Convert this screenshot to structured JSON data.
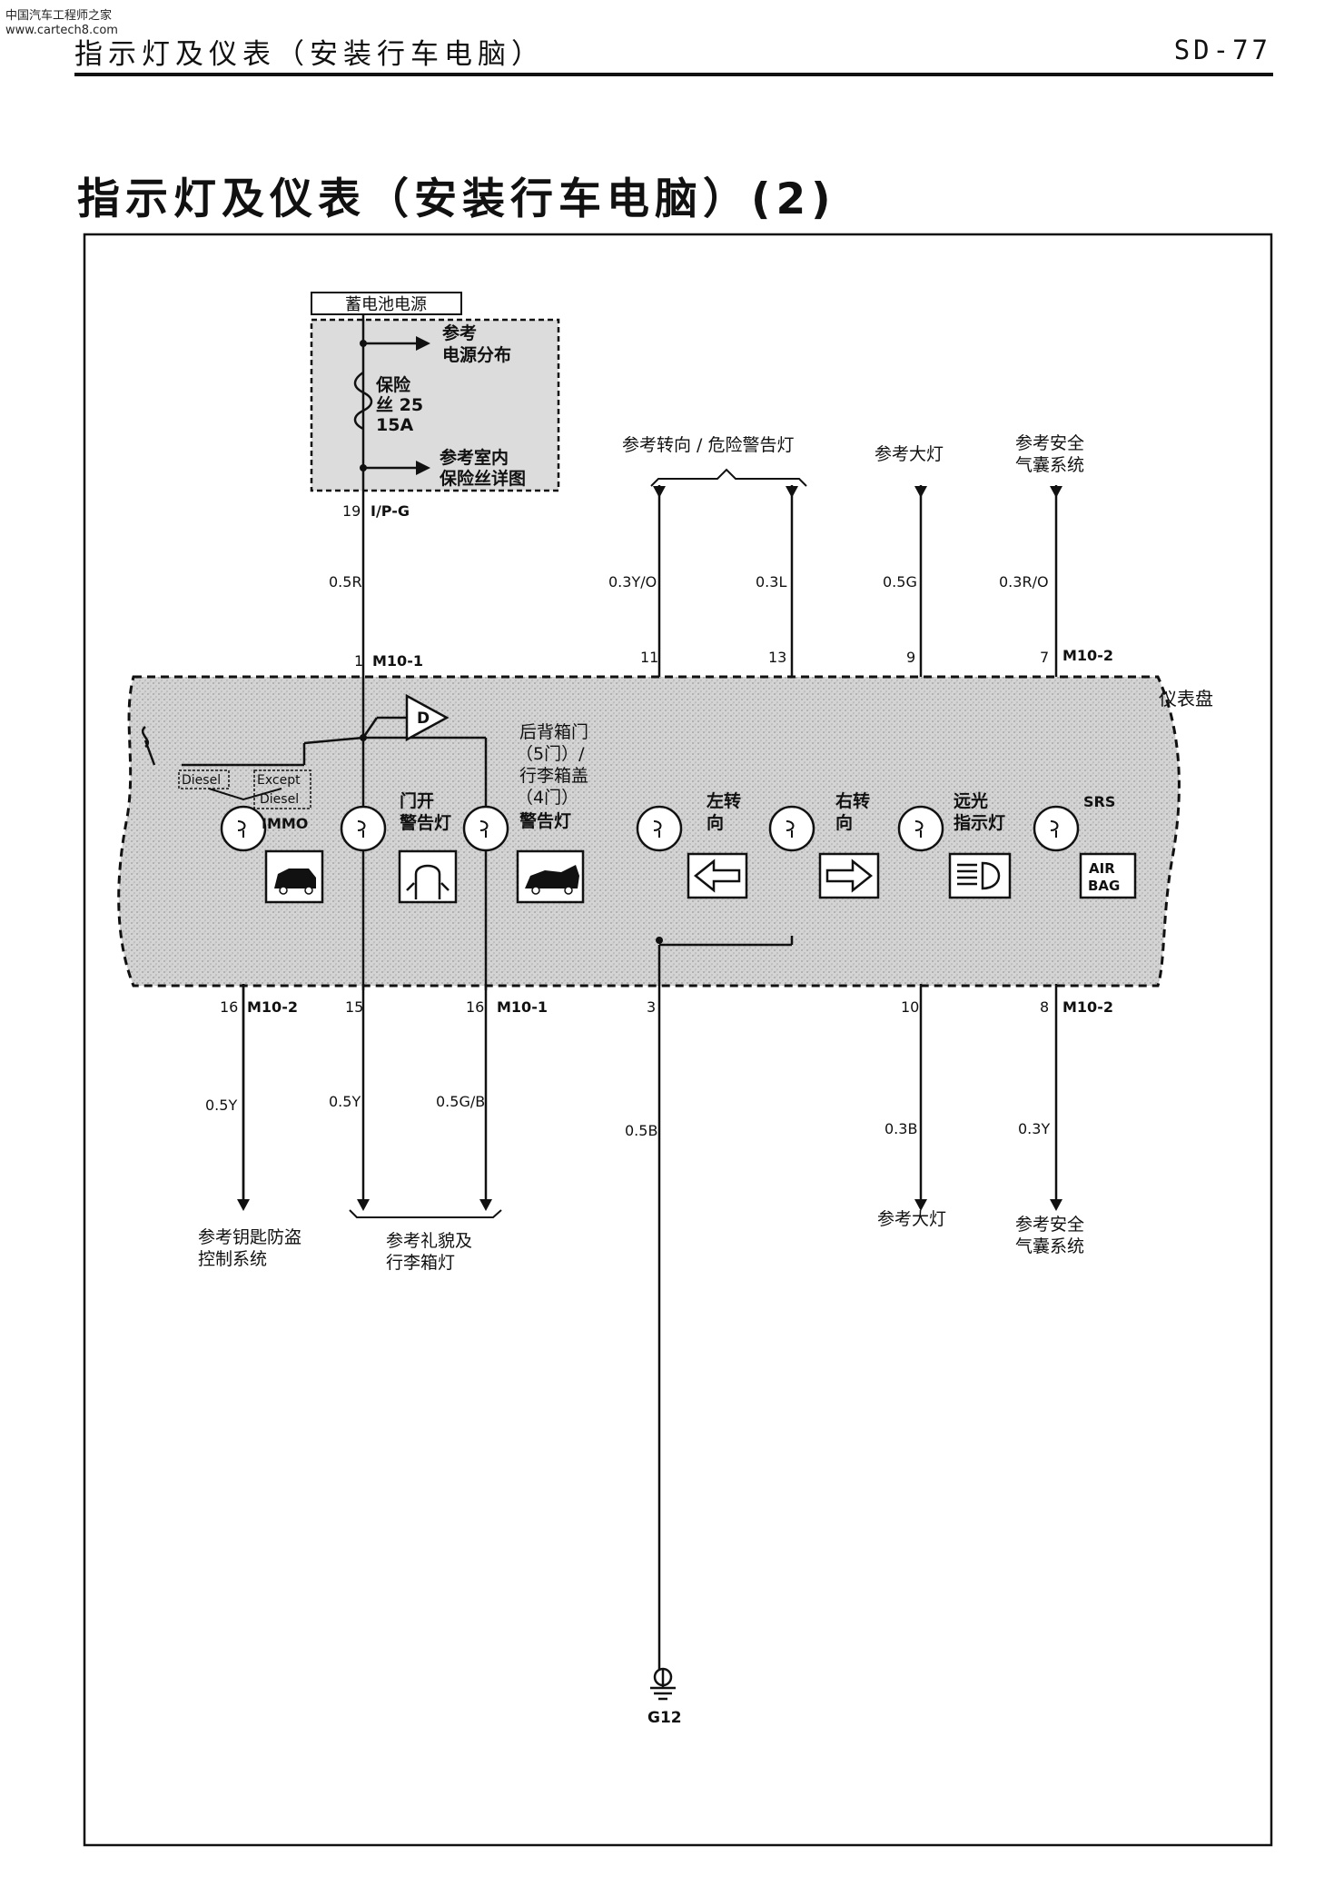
{
  "watermark": {
    "line1": "中国汽车工程师之家",
    "line2": "www.cartech8.com"
  },
  "header": {
    "title": "指示灯及仪表（安装行车电脑）",
    "page": "SD-77"
  },
  "page_title": "指示灯及仪表（安装行车电脑）(2)",
  "power": {
    "source": "蓄电池电源",
    "ref_power_1": "参考",
    "ref_power_2": "电源分布",
    "fuse_1": "保险",
    "fuse_2": "丝 25",
    "fuse_3": "15A",
    "ref_fuse_1": "参考室内",
    "ref_fuse_2": "保险丝详图",
    "pin": "19",
    "connector": "I/P-G"
  },
  "top_refs": {
    "turn_hazard": "参考转向 / 危险警告灯",
    "headlamp": "参考大灯",
    "airbag_1": "参考安全",
    "airbag_2": "气囊系统"
  },
  "wires": {
    "w_power": "0.5R",
    "w_left": "0.3Y/O",
    "w_right": "0.3L",
    "w_high": "0.5G",
    "w_srs": "0.3R/O",
    "w_immo": "0.5Y",
    "w_door": "0.5Y",
    "w_trunk": "0.5G/B",
    "w_ground": "0.5B",
    "w_head_out": "0.3B",
    "w_srs_out": "0.3Y"
  },
  "pins": {
    "p_power": "1",
    "c_power": "M10-1",
    "p_left": "11",
    "p_right": "13",
    "p_high": "9",
    "p_srs": "7",
    "c_srs": "M10-2",
    "p_immo": "16",
    "c_immo": "M10-2",
    "p_door": "15",
    "p_trunk": "16",
    "c_trunk": "M10-1",
    "p_gnd": "3",
    "p_head_out": "10",
    "p_srs_out": "8",
    "c_srs_out": "M10-2"
  },
  "cluster": {
    "name": "仪表盘",
    "diode": "D",
    "diesel": "Diesel",
    "except_1": "Except",
    "except_2": "Diesel",
    "immo": "IMMO",
    "door_1": "门开",
    "door_2": "警告灯",
    "trunk_1": "后背箱门",
    "trunk_2": "（5门）/",
    "trunk_3": "行李箱盖",
    "trunk_4": "（4门）",
    "trunk_5": "警告灯",
    "left_1": "左转",
    "left_2": "向",
    "right_1": "右转",
    "right_2": "向",
    "high_1": "远光",
    "high_2": "指示灯",
    "srs": "SRS",
    "airbag_1": "AIR",
    "airbag_2": "BAG"
  },
  "bottom_refs": {
    "immo_1": "参考钥匙防盗",
    "immo_2": "控制系统",
    "courtesy_1": "参考礼貌及",
    "courtesy_2": "行李箱灯",
    "headlamp": "参考大灯",
    "airbag_1": "参考安全",
    "airbag_2": "气囊系统"
  },
  "ground": "G12"
}
